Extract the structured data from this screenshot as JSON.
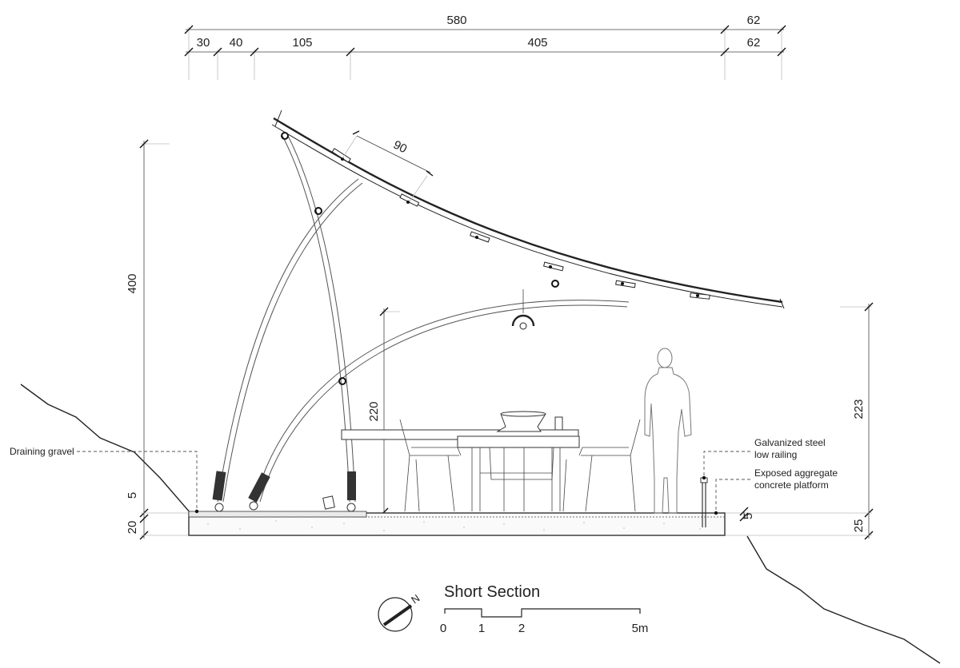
{
  "title": "Short Section",
  "dimensions": {
    "top_total": "580",
    "top_right": "62",
    "seg1": "30",
    "seg2": "40",
    "seg3": "105",
    "seg4": "405",
    "seg5": "62",
    "roof_spacing": "90",
    "left_height": "400",
    "left_small_5": "5",
    "left_small_20": "20",
    "inner_height": "220",
    "right_height": "223",
    "right_small_5": "5",
    "right_small_25": "25"
  },
  "labels": {
    "gravel": "Draining gravel",
    "railing_line1": "Galvanized steel",
    "railing_line2": "low railing",
    "platform_line1": "Exposed aggregate",
    "platform_line2": "concrete platform"
  },
  "scale_bar": {
    "t0": "0",
    "t1": "1",
    "t2": "2",
    "t5": "5m"
  },
  "north_symbol": {
    "letter": "N"
  }
}
